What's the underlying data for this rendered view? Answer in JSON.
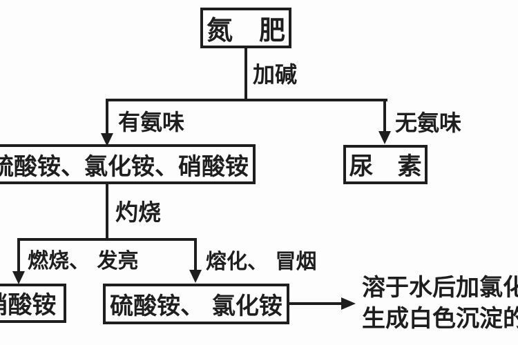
{
  "nodes": {
    "root": "氮　肥",
    "ammonium_salts": "硫酸铵、氯化铵、硝酸铵",
    "urea": "尿　素",
    "ammonium_nitrate": "硝酸铵",
    "sulfate_chloride": "硫酸铵、 氯化铵"
  },
  "edges": {
    "add_alkali": "加碱",
    "has_ammonia": "有氨味",
    "no_ammonia": "无氨味",
    "ignite": "灼烧",
    "burn_bright": "燃烧、 发亮",
    "melt_smoke": "熔化、 冒烟"
  },
  "result_note": {
    "line1": "溶于水后加氯化",
    "line2": "生成白色沉淀的"
  },
  "colors": {
    "ink": "#1e1e1e",
    "background": "#fdfdfd"
  }
}
